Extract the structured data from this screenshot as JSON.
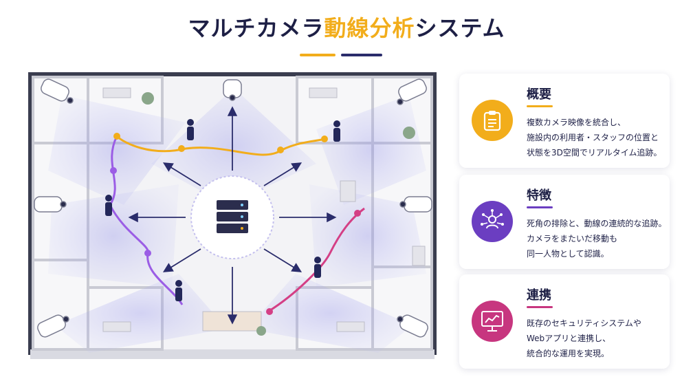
{
  "title": {
    "main": "マルチカメラ",
    "accent": "動線分析",
    "tail": "システム"
  },
  "colors": {
    "accent_yellow": "#f2ad1b",
    "accent_purple": "#6b3ec1",
    "accent_magenta": "#c7367f",
    "navy": "#1d1f45"
  },
  "cards": [
    {
      "title": "概要",
      "icon": "clipboard-icon",
      "lines": [
        "複数カメラ映像を統合し、",
        "施設内の利用者・スタッフの位置と",
        "状態を3D空間でリアルタイム追跡。"
      ]
    },
    {
      "title": "特徴",
      "icon": "person-network-icon",
      "lines": [
        "死角の排除と、動線の連続的な追跡。",
        "カメラをまたいだ移動も",
        "同一人物として認識。"
      ]
    },
    {
      "title": "連携",
      "icon": "monitor-chart-icon",
      "lines": [
        "既存のセキュリティシステムや",
        "Webアプリと連携し、",
        "統合的な運用を実現。"
      ]
    }
  ]
}
